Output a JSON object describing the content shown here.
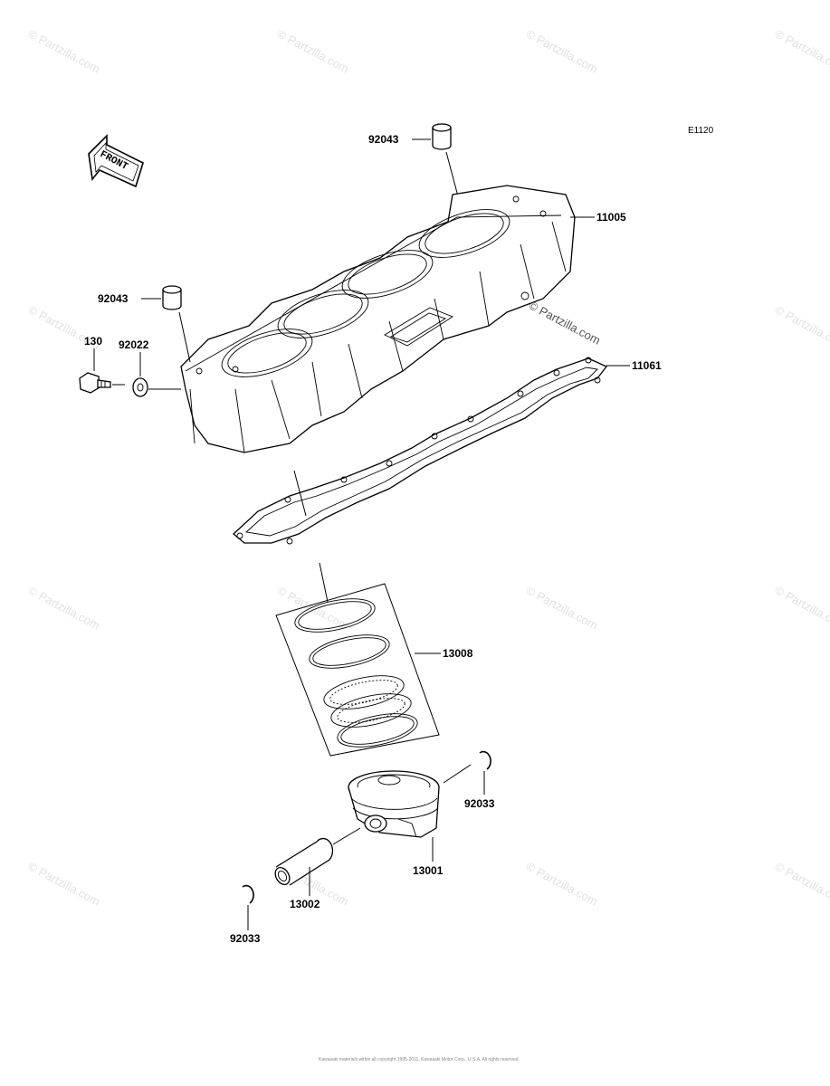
{
  "diagram": {
    "code": "E1120",
    "front_label": "FRONT",
    "watermark": "© Partzilla.com",
    "footer": "Kawasaki materials within all copyright 1995-2011, Kawasaki Motor Corp., U.S.A. All rights reserved."
  },
  "parts": [
    {
      "id": "dowel-top",
      "number": "92043"
    },
    {
      "id": "cylinder",
      "number": "11005"
    },
    {
      "id": "dowel-left",
      "number": "92043"
    },
    {
      "id": "bolt",
      "number": "130"
    },
    {
      "id": "washer",
      "number": "92022"
    },
    {
      "id": "base-gasket",
      "number": "11061"
    },
    {
      "id": "ring-set",
      "number": "13008"
    },
    {
      "id": "circlip-right",
      "number": "92033"
    },
    {
      "id": "piston",
      "number": "13001"
    },
    {
      "id": "piston-pin",
      "number": "13002"
    },
    {
      "id": "circlip-left",
      "number": "92033"
    }
  ]
}
